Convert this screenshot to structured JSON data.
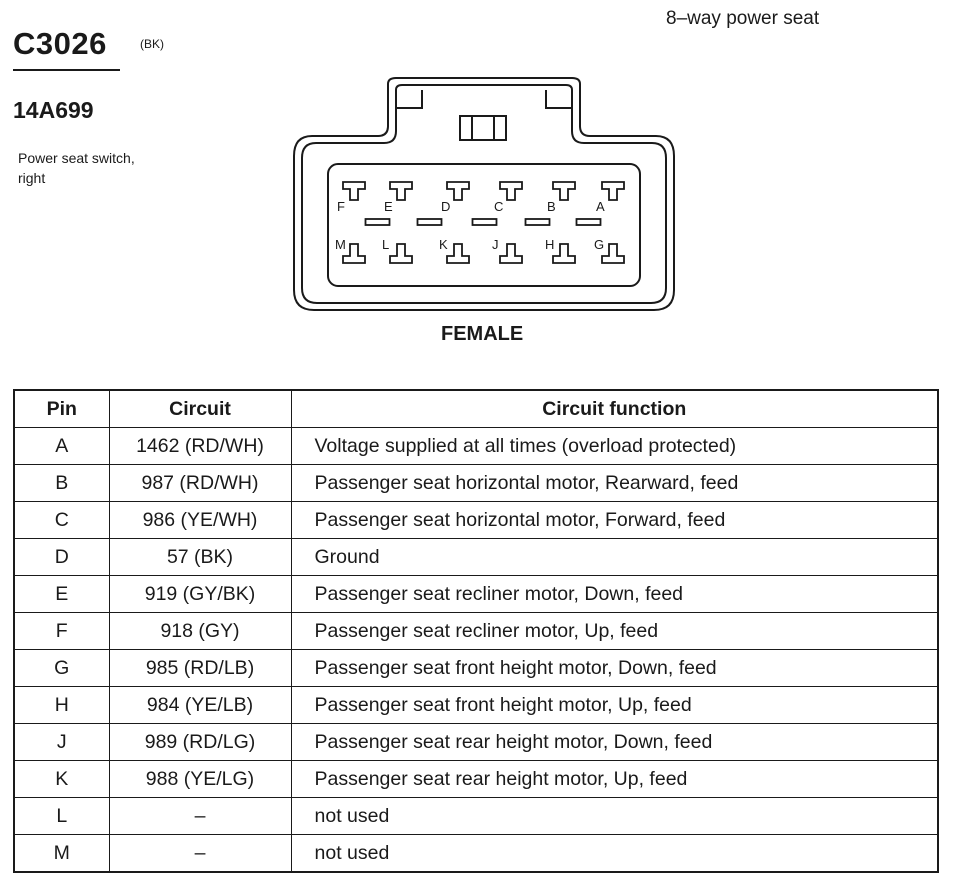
{
  "header": {
    "connector_id": "C3026",
    "connector_color": "(BK)",
    "part_number": "14A699",
    "description_lines": [
      "Power seat switch,",
      "right"
    ],
    "seat_type": "8–way power seat"
  },
  "diagram": {
    "gender_label": "FEMALE",
    "top_row_labels": [
      "F",
      "E",
      "D",
      "C",
      "B",
      "A"
    ],
    "bottom_row_labels": [
      "M",
      "L",
      "K",
      "J",
      "H",
      "G"
    ]
  },
  "table": {
    "headers": [
      "Pin",
      "Circuit",
      "Circuit function"
    ],
    "rows": [
      {
        "pin": "A",
        "circuit": "1462 (RD/WH)",
        "function": "Voltage supplied at all times (overload protected)"
      },
      {
        "pin": "B",
        "circuit": "987 (RD/WH)",
        "function": "Passenger seat horizontal motor, Rearward, feed"
      },
      {
        "pin": "C",
        "circuit": "986 (YE/WH)",
        "function": "Passenger seat horizontal motor, Forward, feed"
      },
      {
        "pin": "D",
        "circuit": "57 (BK)",
        "function": "Ground"
      },
      {
        "pin": "E",
        "circuit": "919 (GY/BK)",
        "function": "Passenger seat recliner motor, Down, feed"
      },
      {
        "pin": "F",
        "circuit": "918 (GY)",
        "function": "Passenger seat recliner motor, Up, feed"
      },
      {
        "pin": "G",
        "circuit": "985 (RD/LB)",
        "function": "Passenger seat front height motor, Down, feed"
      },
      {
        "pin": "H",
        "circuit": "984 (YE/LB)",
        "function": "Passenger seat front height motor, Up, feed"
      },
      {
        "pin": "J",
        "circuit": "989 (RD/LG)",
        "function": "Passenger seat rear height motor, Down, feed"
      },
      {
        "pin": "K",
        "circuit": "988 (YE/LG)",
        "function": "Passenger seat rear height motor, Up, feed"
      },
      {
        "pin": "L",
        "circuit": "–",
        "function": "not used"
      },
      {
        "pin": "M",
        "circuit": "–",
        "function": "not used"
      }
    ]
  }
}
